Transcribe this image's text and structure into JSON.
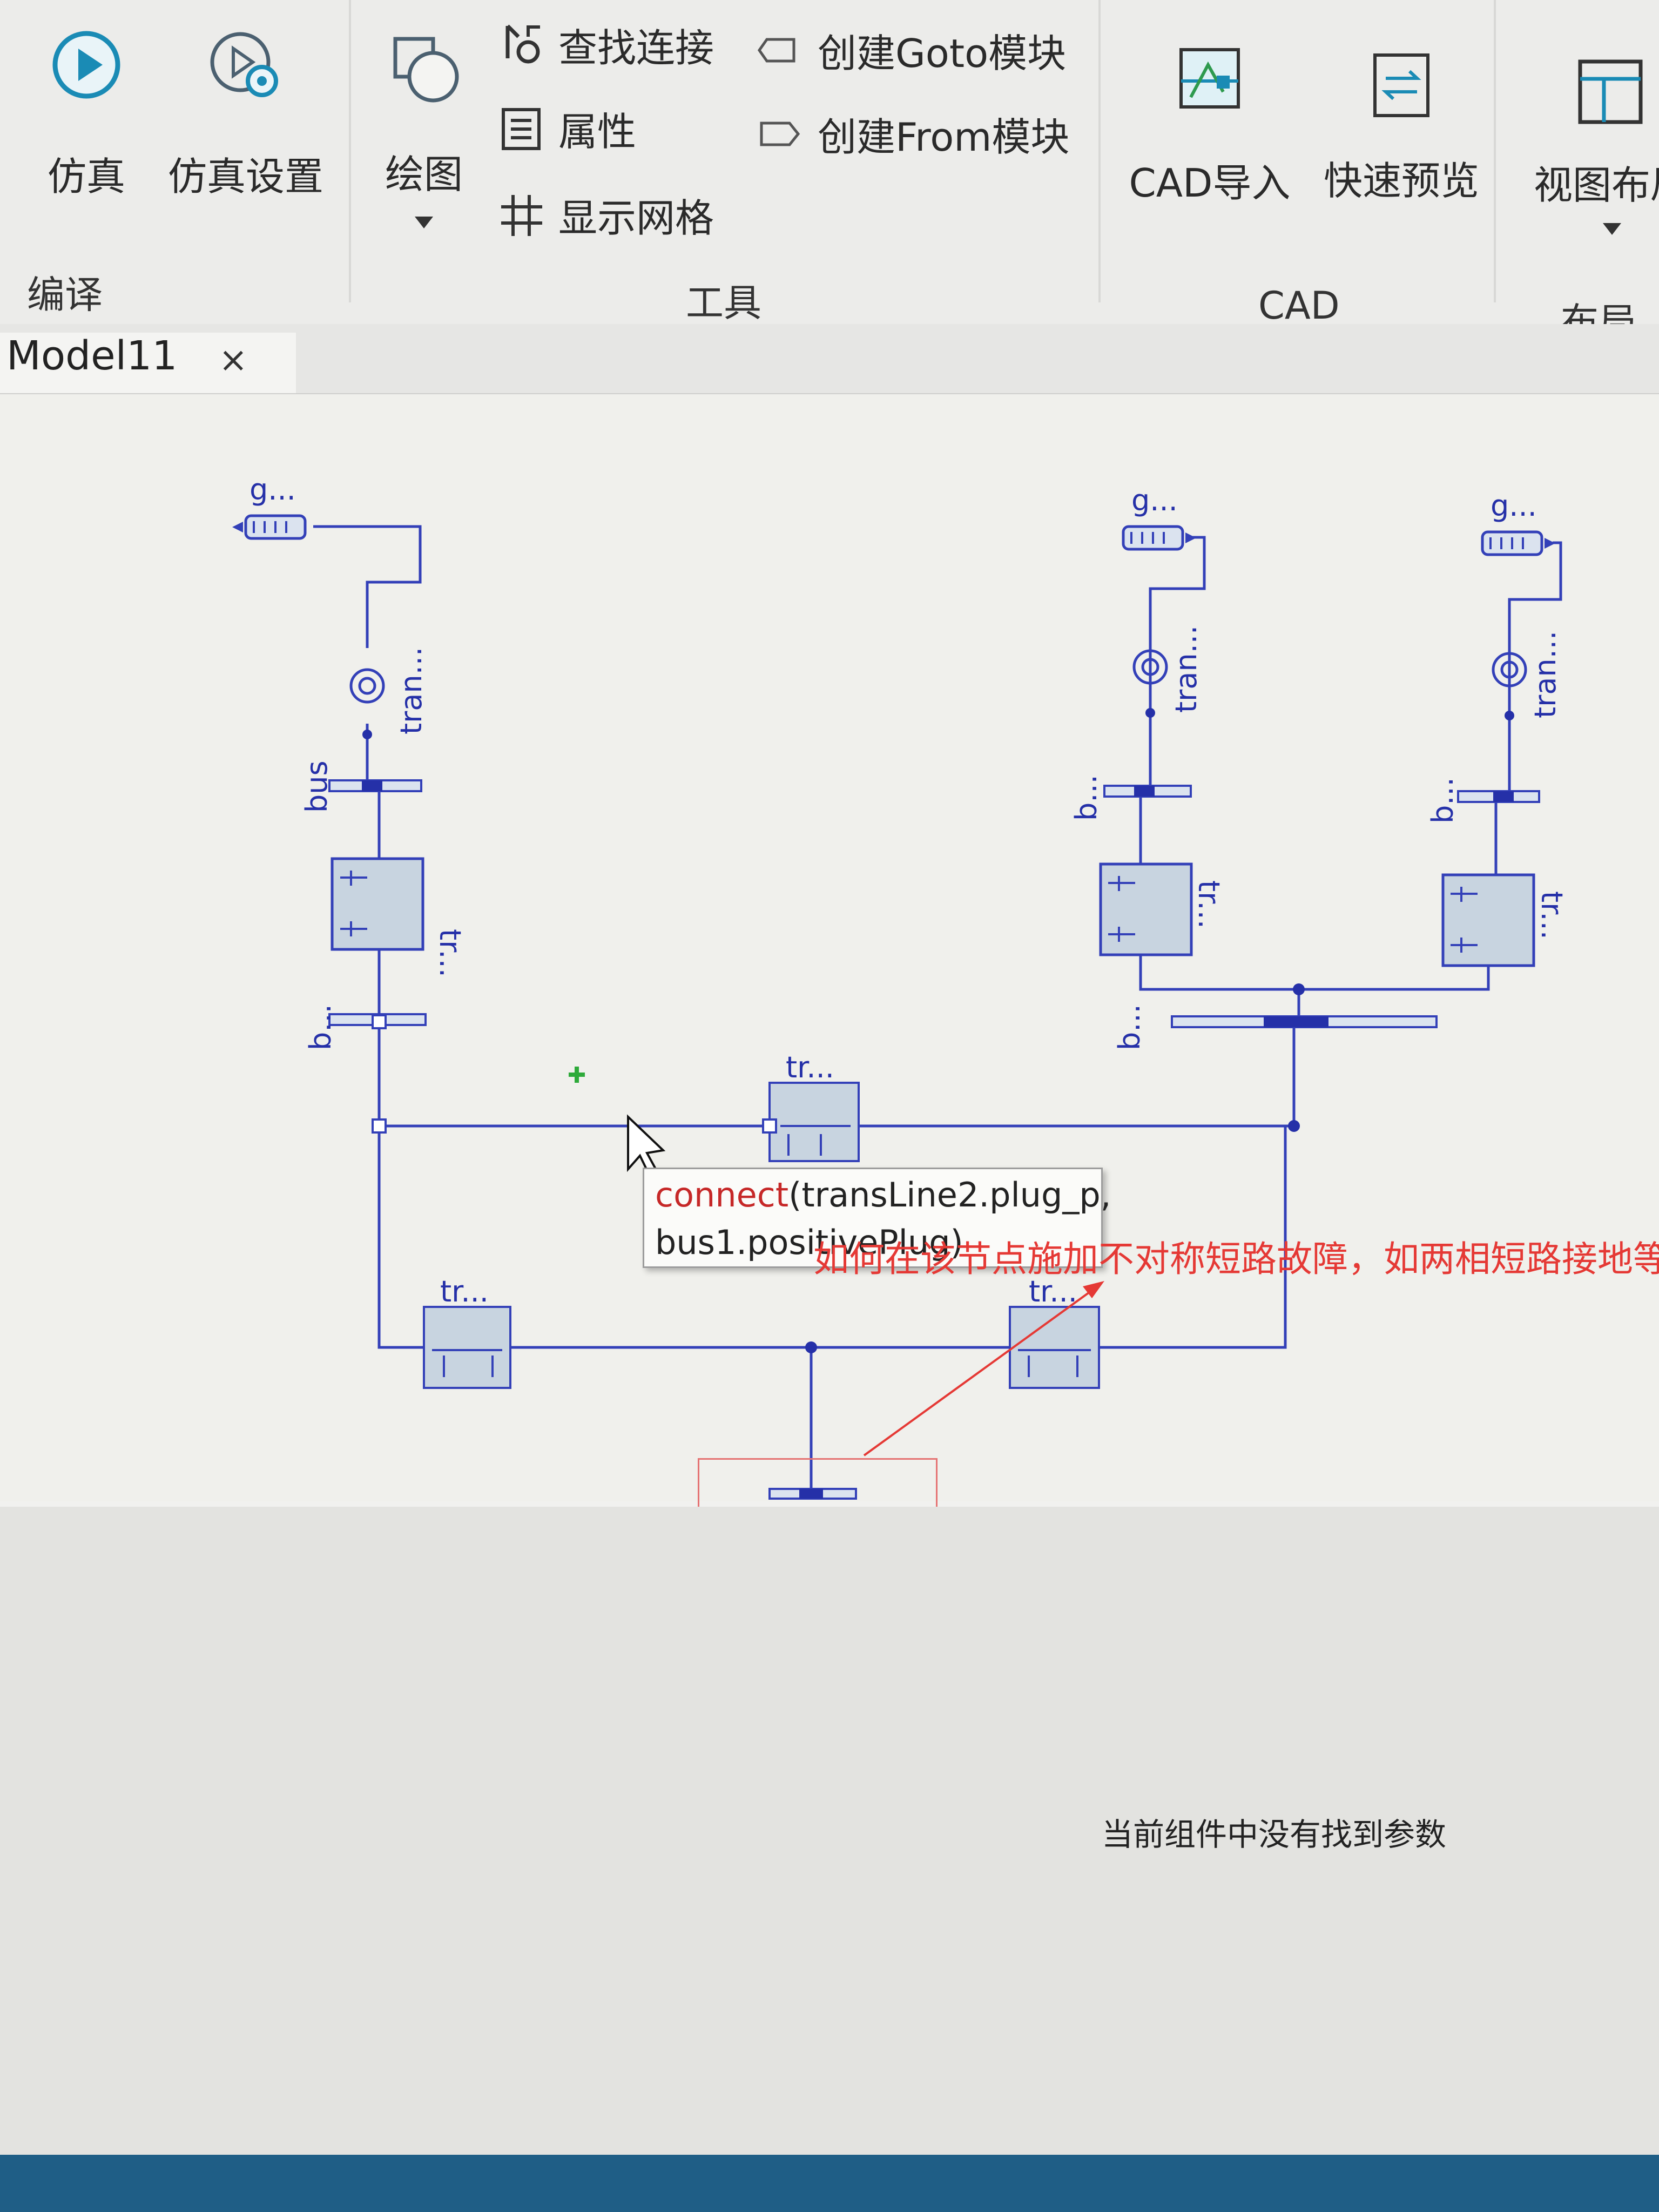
{
  "ribbon": {
    "simulate": {
      "label": "仿真"
    },
    "sim_settings": {
      "label": "仿真设置"
    },
    "draw": {
      "label": "绘图"
    },
    "find_connection": {
      "label": "查找连接"
    },
    "properties": {
      "label": "属性"
    },
    "show_grid": {
      "label": "显示网格"
    },
    "create_goto": {
      "label": "创建Goto模块"
    },
    "create_from": {
      "label": "创建From模块"
    },
    "cad_import": {
      "label": "CAD导入"
    },
    "quick_preview": {
      "label": "快速预览"
    },
    "view_layout": {
      "label": "视图布局"
    },
    "groups": {
      "compile": "编译",
      "tools": "工具",
      "cad": "CAD",
      "layout": "布局"
    }
  },
  "tab": {
    "title": "Model11",
    "close": "×"
  },
  "diagram": {
    "labels": {
      "g1": "g...",
      "g2": "g...",
      "g3": "g...",
      "tran1": "tran...",
      "tran2": "tran...",
      "tran3": "tran...",
      "bus": "bus",
      "b1": "b...",
      "b2": "b...",
      "b3": "b...",
      "b4": "b...",
      "t1": "tr...",
      "t2": "tr...",
      "t3": "tr...",
      "line_top": "tr...",
      "line_left": "tr...",
      "line_right": "tr..."
    }
  },
  "tooltip": {
    "keyword": "connect",
    "args_line1": "(transLine2.plug_p,",
    "args_line2": "bus1.positivePlug)"
  },
  "annotation": {
    "text": "如何在该节点施加不对称短路故障，如两相短路接地等"
  },
  "properties": {
    "message": "当前组件中没有找到参数"
  },
  "colors": {
    "wire": "#3340b8",
    "accent": "#1a8bb5",
    "annotation": "#e53935"
  }
}
